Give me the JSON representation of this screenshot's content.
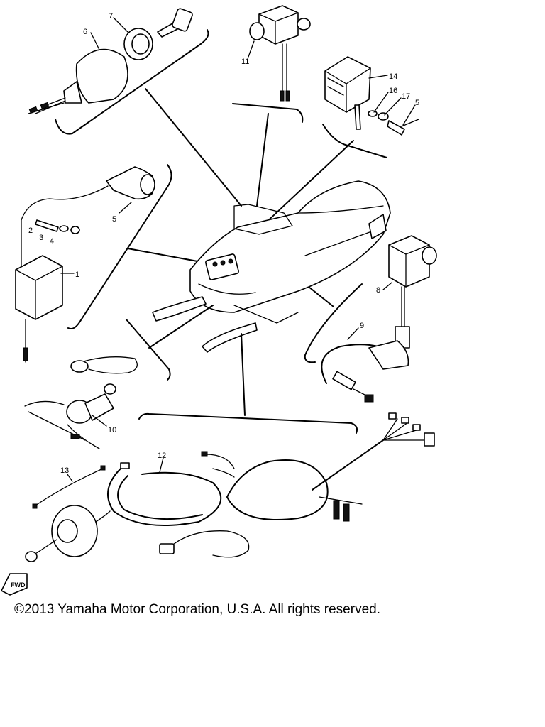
{
  "callouts": {
    "c1": "1",
    "c2": "2",
    "c3": "3",
    "c4": "4",
    "c5": "5",
    "c5b": "5",
    "c6": "6",
    "c7": "7",
    "c8": "8",
    "c9": "9",
    "c10": "10",
    "c11": "11",
    "c12": "12",
    "c13": "13",
    "c14": "14",
    "c16": "16",
    "c17": "17"
  },
  "fwd_label": "FWD",
  "copyright": "©2013 Yamaha Motor Corporation, U.S.A. All rights reserved."
}
